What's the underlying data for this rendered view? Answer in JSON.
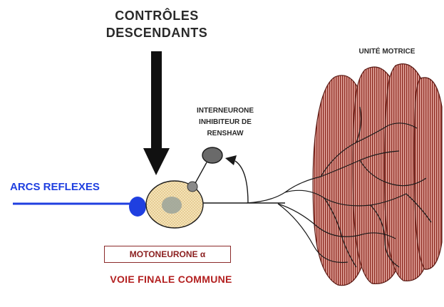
{
  "title_lines": [
    "CONTRÔLES",
    "DESCENDANTS"
  ],
  "motor_unit_label": "UNITÉ MOTRICE",
  "interneuron_lines": [
    "INTERNEURONE",
    "INHIBITEUR DE",
    "RENSHAW"
  ],
  "reflex_label": "ARCS REFLEXES",
  "motoneuron_label": "MOTONEURONE α",
  "final_path_label": "VOIE FINALE COMMUNE",
  "colors": {
    "reflex_blue": "#1f3fe0",
    "cell_fill": "#f3e3b8",
    "nucleus": "#9aa39a",
    "interneuron": "#666666",
    "muscle_fill": "#d9877d",
    "muscle_stripe": "#8e2b22",
    "label_red": "#b31f1f"
  }
}
